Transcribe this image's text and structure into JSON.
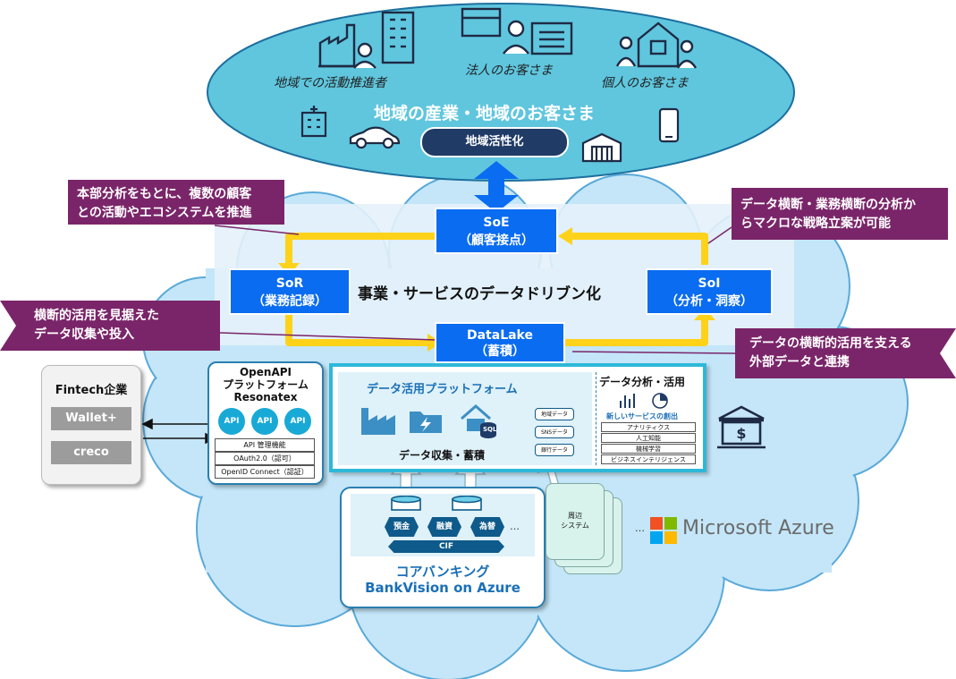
{
  "top": {
    "personas": [
      "地域での活動推進者",
      "法人のお客さま",
      "個人のお客さま"
    ],
    "title": "地域の産業・地域のお客さま",
    "badge": "地域活性化"
  },
  "center": {
    "soe": {
      "line1": "SoE",
      "line2": "（顧客接点）"
    },
    "sor": {
      "line1": "SoR",
      "line2": "（業務記録）"
    },
    "soi": {
      "line1": "SoI",
      "line2": "（分析・洞察）"
    },
    "datalake": {
      "line1": "DataLake",
      "line2": "（蓄積）"
    },
    "title": "事業・サービスのデータドリブン化"
  },
  "callouts": {
    "top_left": [
      "本部分析をもとに、複数の顧客",
      "との活動やエコシステムを推進"
    ],
    "top_right": [
      "データ横断・業務横断の分析か",
      "らマクロな戦略立案が可能"
    ],
    "mid_left": [
      "横断的活用を見据えた",
      "データ収集や投入"
    ],
    "mid_right": [
      "データの横断的活用を支える",
      "外部データと連携"
    ]
  },
  "fintech": {
    "title": "Fintech企業",
    "items": [
      "Wallet+",
      "creco"
    ]
  },
  "openapi": {
    "title": [
      "OpenAPI",
      "プラットフォーム",
      "Resonatex"
    ],
    "api_labels": [
      "API",
      "API",
      "API"
    ],
    "rows": [
      "API 管理機能",
      "OAuth2.0（認可）",
      "OpenID Connect（認証）"
    ]
  },
  "platform": {
    "title": "データ活用プラットフォーム",
    "collect_label": "データ収集・蓄積",
    "data_items": [
      "地域データ",
      "SNSデータ",
      "銀行データ"
    ],
    "sql_label": "SQL",
    "analysis_title": "データ分析・活用",
    "analysis_subtitle": "新しいサービスの創出",
    "analysis_items": [
      "アナリティクス",
      "人工知能",
      "機械学習",
      "ビジネスインテリジェンス"
    ]
  },
  "core": {
    "hex_items": [
      "預金",
      "融資",
      "為替"
    ],
    "ellipsis": "…",
    "cif": "CIF",
    "title": "コアバンキング",
    "subtitle": "BankVision on Azure"
  },
  "peripheral": {
    "label": [
      "周辺",
      "システム"
    ],
    "dots": "…"
  },
  "azure": {
    "label": "Microsoft Azure",
    "colors": [
      "#f25022",
      "#7fba00",
      "#00a4ef",
      "#ffb900"
    ]
  },
  "colors": {
    "ellipse": "#5fc6de",
    "cloud": "#c4e6f8",
    "blue_box": "#0a6cf0",
    "callout": "#7a2569",
    "arrow_yellow": "#ffd21a",
    "platform_border": "#2eb8d8"
  }
}
